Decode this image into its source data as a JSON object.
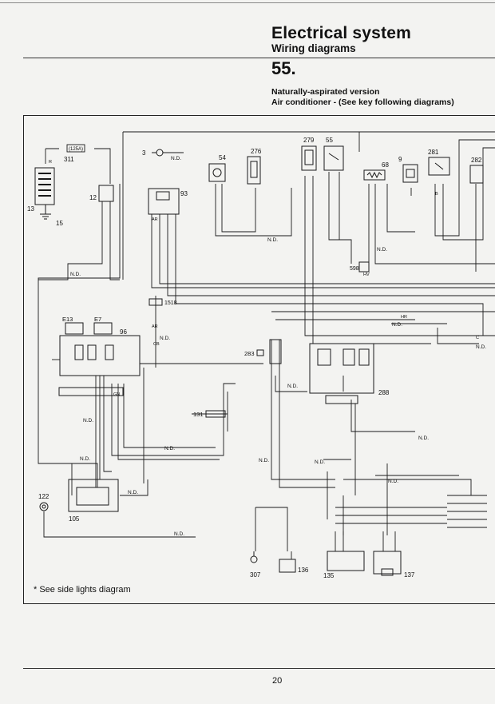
{
  "header": {
    "title": "Electrical system",
    "subtitle": "Wiring diagrams",
    "section_number": "55."
  },
  "caption": {
    "line1": "Naturally-aspirated version",
    "line2": "Air conditioner - (See key following diagrams)"
  },
  "diagram": {
    "components": [
      "311",
      "13",
      "15",
      "12",
      "3",
      "93",
      "54",
      "276",
      "279",
      "55",
      "68",
      "9",
      "281",
      "282",
      "1518",
      "E13",
      "E7",
      "96",
      "283",
      "288",
      "131",
      "122",
      "105",
      "307",
      "136",
      "135",
      "137",
      "598"
    ],
    "wire_labels": [
      "N.D."
    ],
    "wire_codes": [
      "R",
      "AR",
      "GN",
      "CB",
      "B",
      "HV",
      "HR",
      "C"
    ],
    "fuse_label": "(125A)"
  },
  "footnote": "* See side lights diagram",
  "page_number": "20"
}
